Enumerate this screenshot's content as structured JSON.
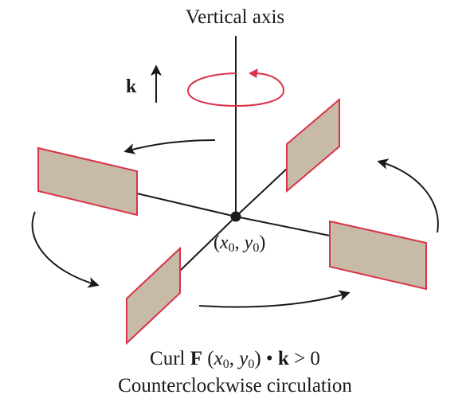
{
  "title": "Vertical axis",
  "k_label": "k",
  "point": {
    "x": "x",
    "x_sub": "0",
    "sep": ", ",
    "y": "y",
    "y_sub": "0",
    "open": "(",
    "close": ")"
  },
  "caption": {
    "curl_word": "Curl ",
    "F": "F",
    "open": " (",
    "x": "x",
    "x_sub": "0",
    "sep": ", ",
    "y": "y",
    "y_sub": "0",
    "close": ")",
    "dot": " • ",
    "k": "k",
    "gt": " > 0",
    "line2": "Counterclockwise circulation"
  },
  "colors": {
    "paddle_fill": "#c7bba8",
    "paddle_edge": "#d8334a",
    "ellipse": "#d8334a",
    "ink": "#1a1a1a"
  }
}
